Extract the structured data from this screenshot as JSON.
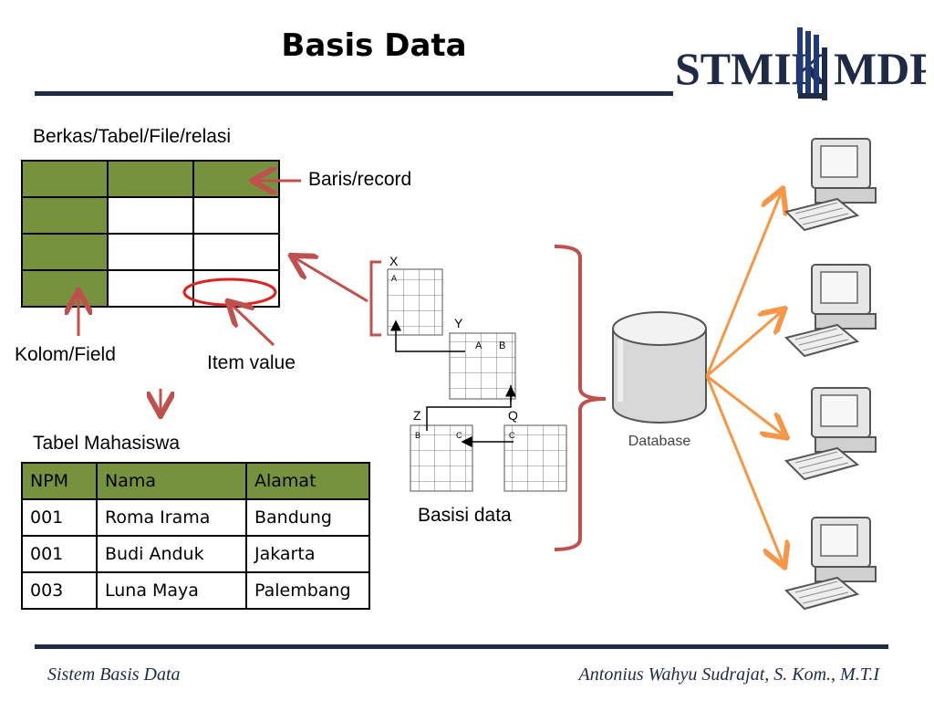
{
  "slide": {
    "title": "Basis Data",
    "logo_left": "STMIK",
    "logo_right": "MDP",
    "label_table": "Berkas/Tabel/File/relasi",
    "label_record": "Baris/record",
    "label_field": "Kolom/Field",
    "label_item": "Item value",
    "label_mhs": "Tabel Mahasiswa",
    "label_basis": "Basisi data",
    "label_database": "Database",
    "mini_x": "X",
    "mini_y": "Y",
    "mini_z": "Z",
    "mini_q": "Q",
    "cell_a1": "A",
    "cell_a2": "A",
    "cell_b1": "B",
    "cell_b2": "B",
    "cell_c1": "C",
    "cell_c2": "C",
    "footer_left": "Sistem Basis Data",
    "footer_right": "Antonius Wahyu Sudrajat, S. Kom., M.T.I"
  },
  "mahasiswa": {
    "headers": [
      "NPM",
      "Nama",
      "Alamat"
    ],
    "rows": [
      [
        "001",
        "Roma Irama",
        "Bandung"
      ],
      [
        "001",
        "Budi Anduk",
        "Jakarta"
      ],
      [
        "003",
        "Luna Maya",
        "Palembang"
      ]
    ]
  },
  "colors": {
    "header_green": "#76923c",
    "arrow_red": "#c0504d",
    "arrow_orange": "#f79646",
    "navy": "#1f2a44"
  }
}
